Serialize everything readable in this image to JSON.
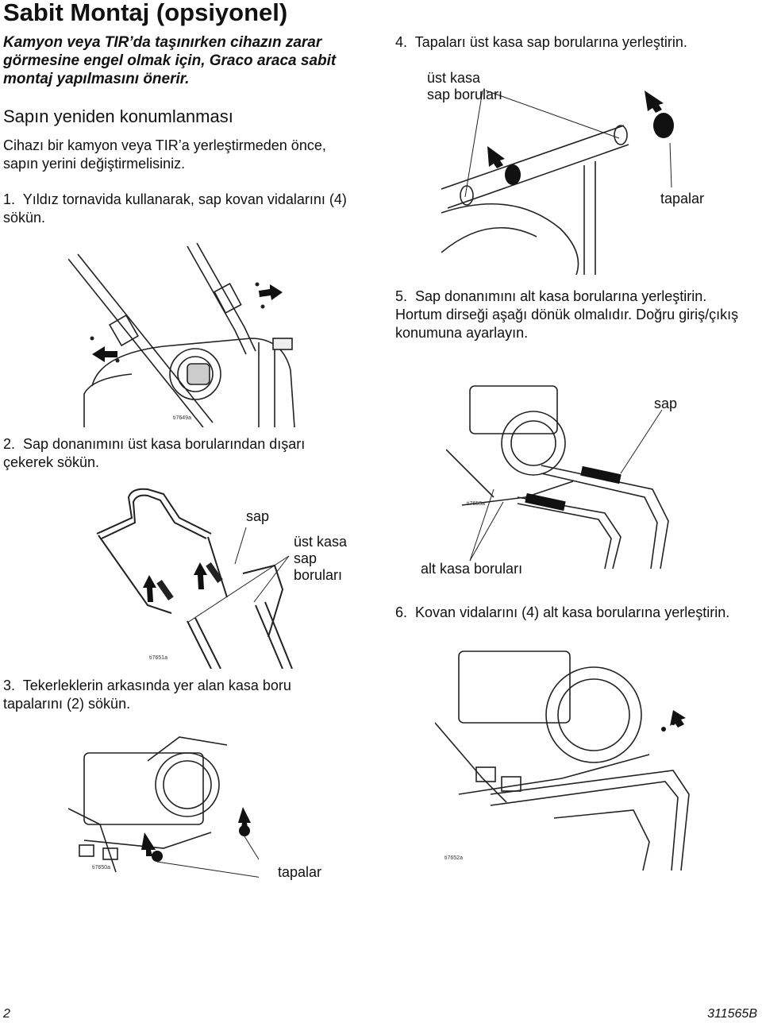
{
  "title": "Sabit Montaj (opsiyonel)",
  "intro": "Kamyon veya TIR’da taşınırken cihazın zarar görmesine engel olmak için, Graco araca sabit montaj yapılmasını önerir.",
  "subheading": "Sapın yeniden konumlanması",
  "paragraph": "Cihazı bir kamyon veya TIR’a yerleştirmeden önce, sapın yerini değiştirmelisiniz.",
  "steps": [
    {
      "num": "1.",
      "text": "Yıldız tornavida kullanarak, sap kovan vidalarını (4) sökün."
    },
    {
      "num": "2.",
      "text": "Sap donanımını üst kasa borularından dışarı çekerek sökün."
    },
    {
      "num": "3.",
      "text": "Tekerleklerin arkasında yer alan kasa boru tapalarını (2) sökün."
    },
    {
      "num": "4.",
      "text": "Tapaları üst kasa sap borularına yerleştirin."
    },
    {
      "num": "5.",
      "text": "Sap donanımını alt kasa borularına yerleştirin. Hortum dirseği aşağı dönük olmalıdır. Doğru giriş/çıkış konumuna ayarlayın."
    },
    {
      "num": "6.",
      "text": "Kovan vidalarını (4) alt kasa borularına yerleştirin."
    }
  ],
  "figures": {
    "fig1": {
      "id": "ti7649a"
    },
    "fig2": {
      "id": "ti7651a",
      "label_sap": "sap",
      "label_tubes": "üst kasa\nsap\nboruları"
    },
    "fig3": {
      "id": "ti7650a",
      "label_plugs": "tapalar"
    },
    "fig4": {
      "label_tubes": "üst kasa\nsap boruları",
      "label_plugs": "tapalar"
    },
    "fig5": {
      "id": "ti7653a",
      "label_sap": "sap",
      "label_tubes": "alt kasa boruları"
    },
    "fig6": {
      "id": "ti7652a"
    }
  },
  "footer": {
    "page": "2",
    "doc": "311565B"
  }
}
